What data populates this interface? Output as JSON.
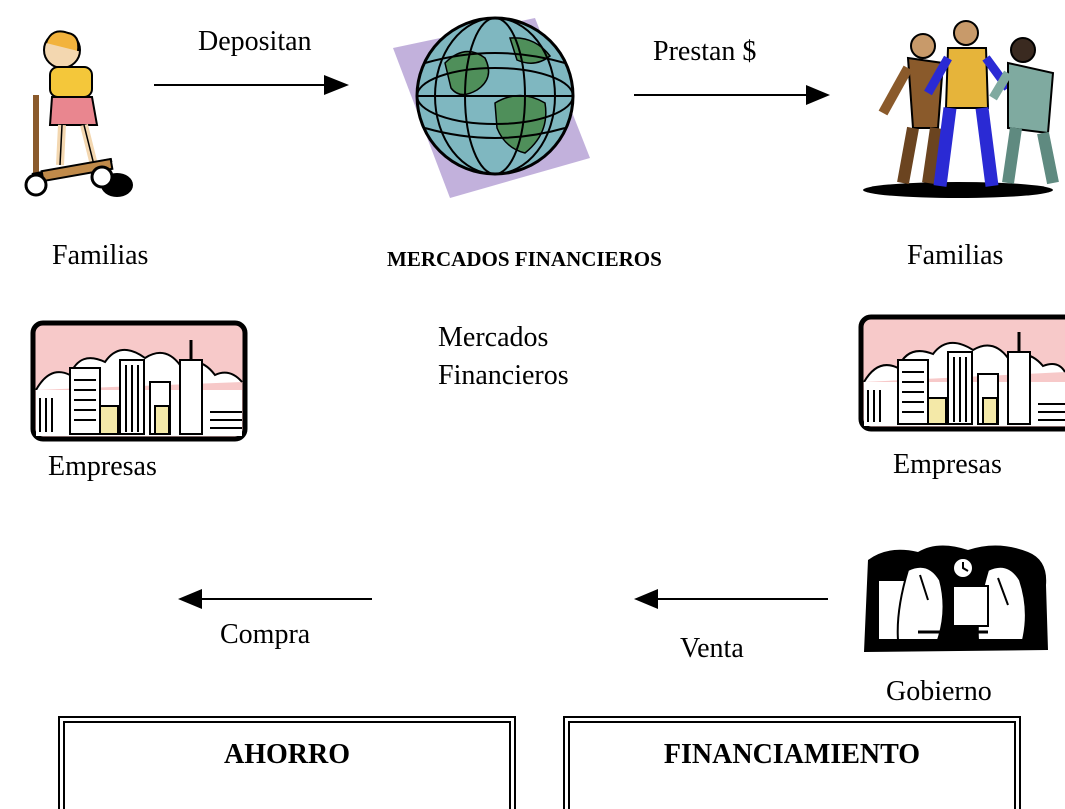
{
  "top_row": {
    "left_label": "Familias",
    "center_label": "MERCADOS FINANCIEROS",
    "right_label": "Familias",
    "arrow_left_label": "Depositan",
    "arrow_right_label": "Prestan $"
  },
  "middle_row": {
    "left_label": "Empresas",
    "center_label_line1": "Mercados",
    "center_label_line2": "Financieros",
    "right_label": "Empresas"
  },
  "bottom_row": {
    "arrow_left_label": "Compra",
    "arrow_right_label": "Venta",
    "right_label": "Gobierno"
  },
  "boxes": {
    "left": "AHORRO",
    "right": "FINANCIAMIENTO"
  },
  "icons": {
    "child": "child-scooter-clipart",
    "globe": "globe-icon",
    "people": "business-people-clipart",
    "city_left": "city-skyline-icon",
    "city_right": "city-skyline-icon",
    "government": "government-office-clipart"
  },
  "colors": {
    "city_sky": "#f7c9c9",
    "globe_sea": "#7fb7c0",
    "globe_land": "#4f8f5a",
    "globe_shadow": "#b7a3d6"
  }
}
